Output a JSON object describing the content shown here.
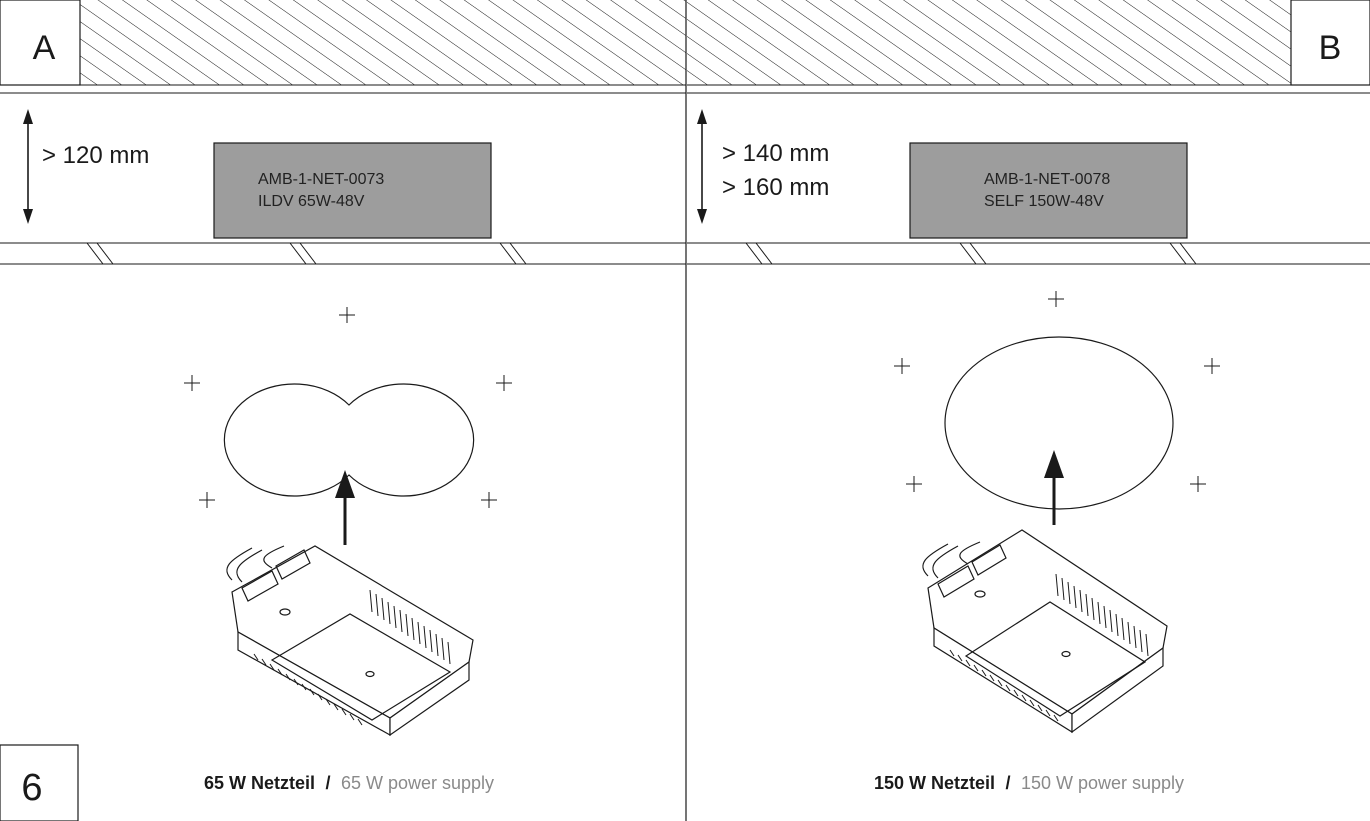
{
  "panel_a": {
    "letter": "A",
    "clearances": [
      "> 120 mm"
    ],
    "model_lines": [
      "AMB-1-NET-0073",
      "ILDV 65W-48V"
    ],
    "caption": {
      "de": "65 W Netzteil",
      "separator": "/",
      "en": "65 W power supply"
    }
  },
  "panel_b": {
    "letter": "B",
    "clearances": [
      "> 140 mm",
      "> 160 mm"
    ],
    "model_lines": [
      "AMB-1-NET-0078",
      "SELF 150W-48V"
    ],
    "caption": {
      "de": "150 W Netzteil",
      "separator": "/",
      "en": "150 W power supply"
    }
  },
  "step_number": "6",
  "colors": {
    "line": "#1a1a1a",
    "box_fill": "#9d9d9d",
    "caption_secondary": "#8a8a8a"
  }
}
